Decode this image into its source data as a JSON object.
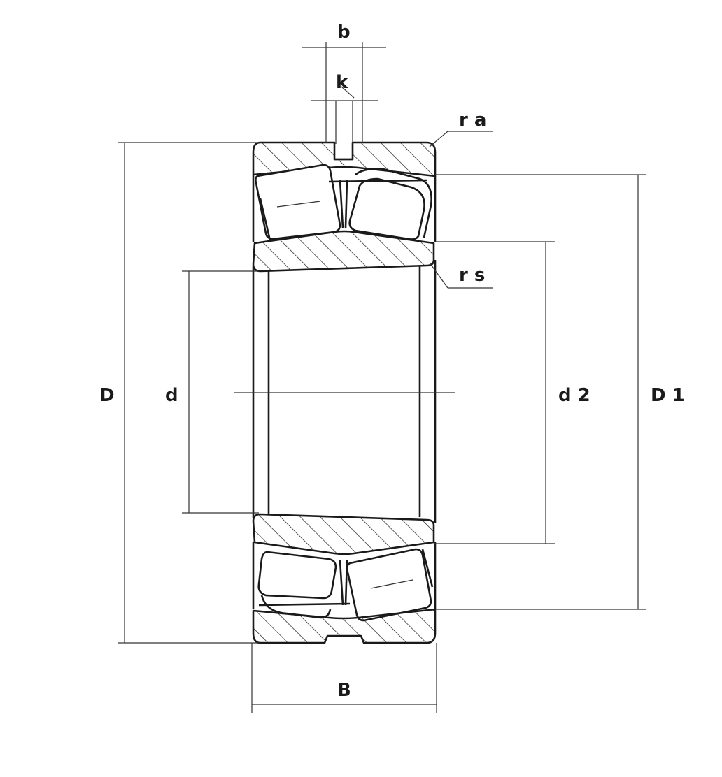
{
  "labels": {
    "b": "b",
    "k": "k",
    "ra": "r a",
    "rs": "r s",
    "D": "D",
    "d": "d",
    "d2": "d 2",
    "D1": "D 1",
    "B": "B"
  }
}
